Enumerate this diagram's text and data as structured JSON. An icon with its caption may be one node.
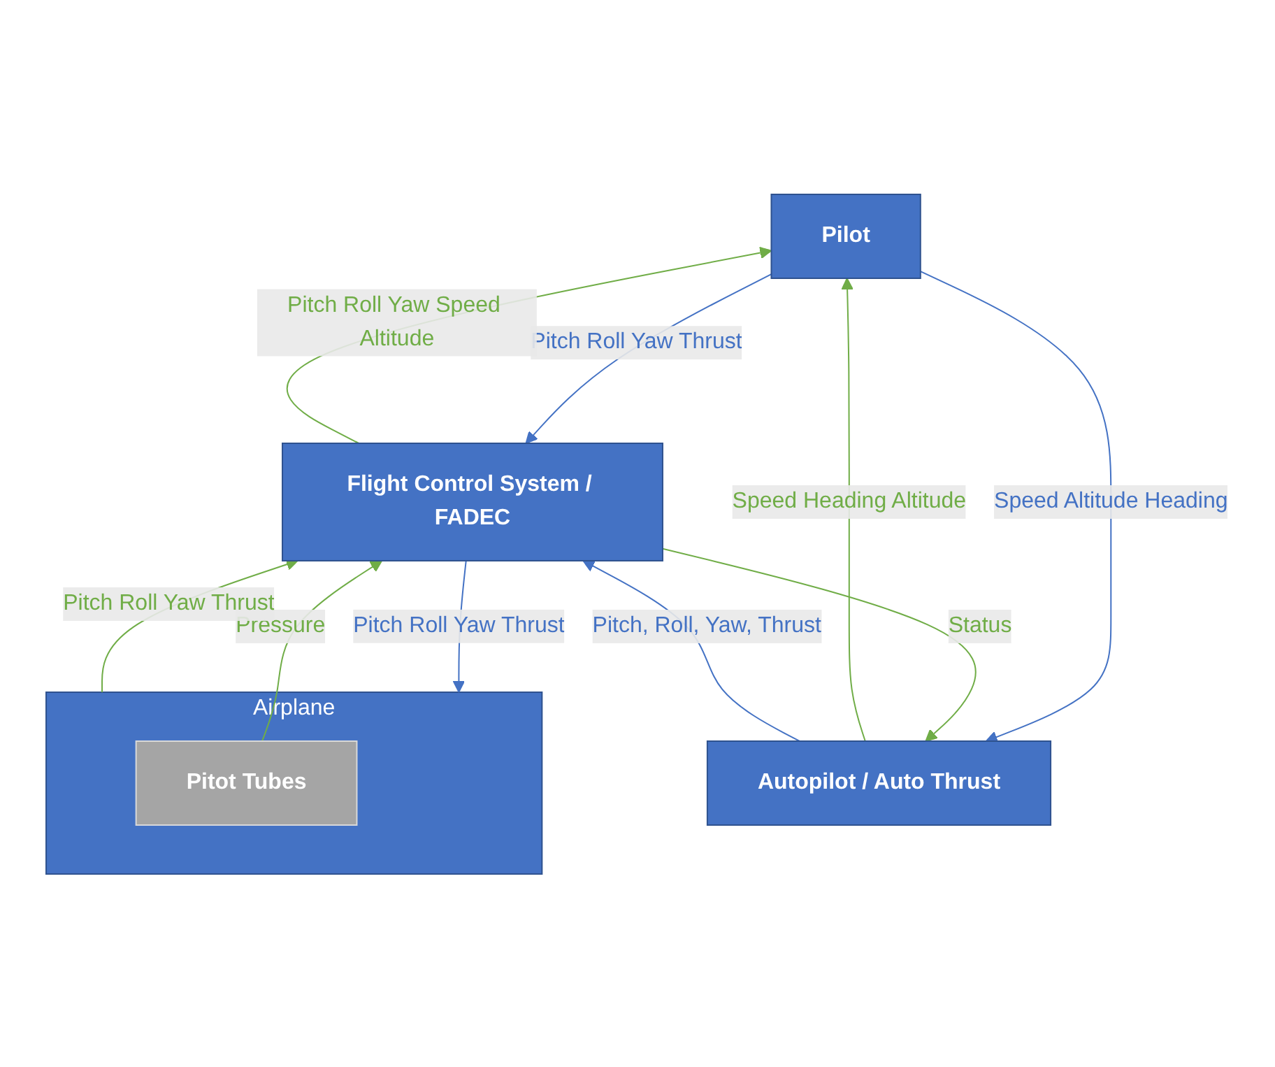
{
  "diagram": {
    "nodes": [
      {
        "text": [
          "Pilot"
        ]
      },
      {
        "text": [
          "Autopilot / Auto Thrust"
        ]
      },
      {
        "text": [
          "Flight Control System / FADEC"
        ]
      },
      {
        "text": [
          "Airplane"
        ]
      },
      {
        "text": [
          "Pitot Tubes"
        ],
        "in": 3
      }
    ],
    "edges": [
      {
        "from": 0,
        "to": 2,
        "arrow": "to",
        "label": "Pitch Roll Yaw Thrust",
        "color": "#4472c4"
      },
      {
        "from": 2,
        "to": 0,
        "arrow": "to",
        "label": "Pitch Roll Yaw Speed Altitude",
        "color": "#70ad47"
      },
      {
        "from": 0,
        "to": 1,
        "arrow": "to",
        "label": "Speed Altitude Heading",
        "color": "#4472c4"
      },
      {
        "from": 1,
        "to": 0,
        "arrow": "to",
        "label": "Speed Heading Altitude",
        "color": "#70ad47"
      },
      {
        "from": 1,
        "to": 2,
        "arrow": "to",
        "label": "Pitch, Roll, Yaw, Thrust",
        "color": "#4472c4"
      },
      {
        "from": 2,
        "to": 1,
        "arrow": "to",
        "label": "Status",
        "color": "#70ad47"
      },
      {
        "from": 2,
        "to": 3,
        "arrow": "to",
        "label": "Pitch Roll Yaw Thrust",
        "color": "#4472c4"
      },
      {
        "from": 3,
        "to": 2,
        "arrow": "to",
        "label": "Pitch Roll Yaw Thrust",
        "color": "#70ad47"
      },
      {
        "from": 4,
        "to": 2,
        "arrow": "to",
        "label": "Pressure",
        "color": "#70ad47"
      }
    ]
  }
}
